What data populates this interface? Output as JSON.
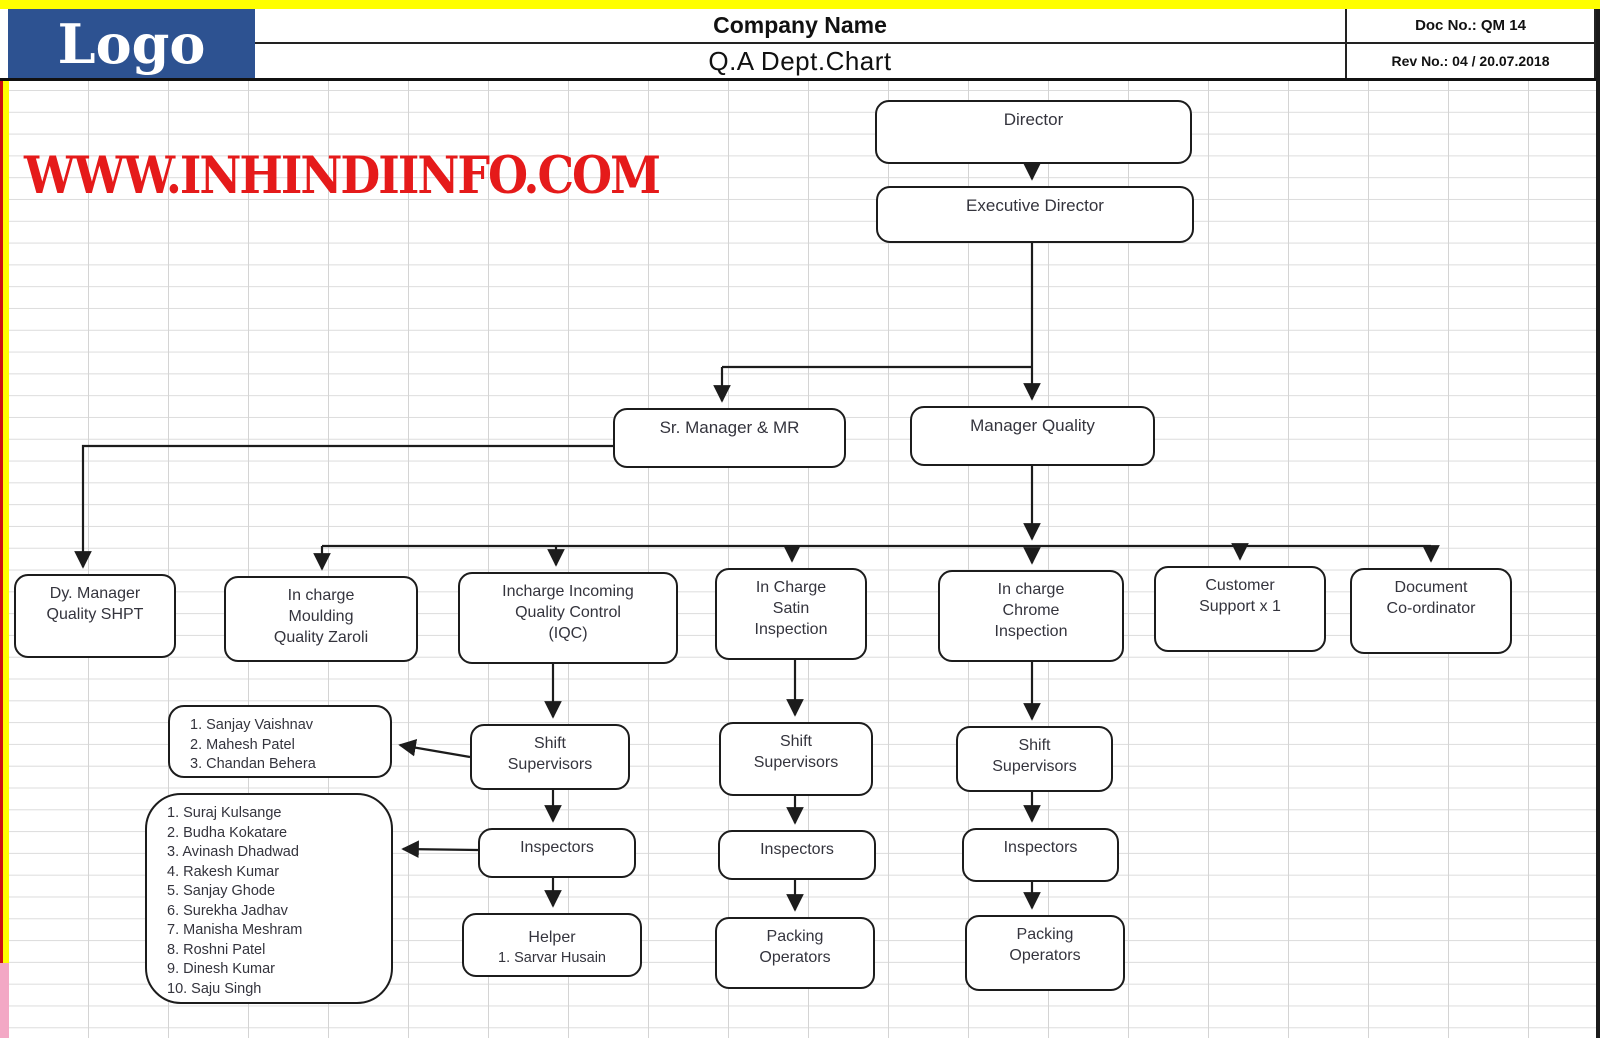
{
  "header": {
    "logo_text": "Logo",
    "company_name": "Company Name",
    "chart_title": "Q.A Dept.Chart",
    "doc_no": "Doc No.:  QM 14",
    "rev_no": "Rev  No.: 04 / 20.07.2018"
  },
  "watermark": "WWW.INHINDIINFO.COM",
  "colors": {
    "logo_blue": "#2d5291",
    "watermark_red": "#e51a1a",
    "strip_yellow": "#ffff00",
    "strip_red": "#cc1111",
    "strip_pink": "#f3a8c5",
    "strip_dark": "#1a1a1a",
    "line_black": "#1c1c1c"
  },
  "nodes": {
    "director": "Director",
    "executive_director": "Executive Director",
    "sr_manager_mr": "Sr. Manager & MR",
    "manager_quality": "Manager Quality",
    "dy_manager_quality_shpt": "Dy. Manager\nQuality SHPT",
    "incharge_moulding": "In charge\nMoulding\nQuality Zaroli",
    "incharge_iqc": "Incharge Incoming\nQuality Control\n(IQC)",
    "incharge_satin": "In Charge\nSatin\nInspection",
    "incharge_chrome": "In charge\nChrome\nInspection",
    "customer_support": "Customer\nSupport  x 1",
    "document_coordinator": "Document\nCo-ordinator",
    "shift_supervisors_iqc": "Shift\nSupervisors",
    "shift_supervisors_satin": "Shift\nSupervisors",
    "shift_supervisors_chrome": "Shift\nSupervisors",
    "inspectors_iqc": "Inspectors",
    "inspectors_satin": "Inspectors",
    "inspectors_chrome": "Inspectors",
    "helper_title": "Helper",
    "helper_name": "1. Sarvar Husain",
    "packing_operators_satin": "Packing\nOperators",
    "packing_operators_chrome": "Packing\nOperators"
  },
  "name_lists": {
    "shift_supervisor_names": [
      "1. Sanjay Vaishnav",
      "2. Mahesh Patel",
      "3. Chandan Behera"
    ],
    "inspector_names": [
      "1. Suraj Kulsange",
      "2. Budha Kokatare",
      "3. Avinash Dhadwad",
      "4. Rakesh Kumar",
      "5. Sanjay Ghode",
      "6. Surekha Jadhav",
      "7. Manisha Meshram",
      "8. Roshni Patel",
      "9. Dinesh Kumar",
      "10. Saju Singh"
    ]
  }
}
